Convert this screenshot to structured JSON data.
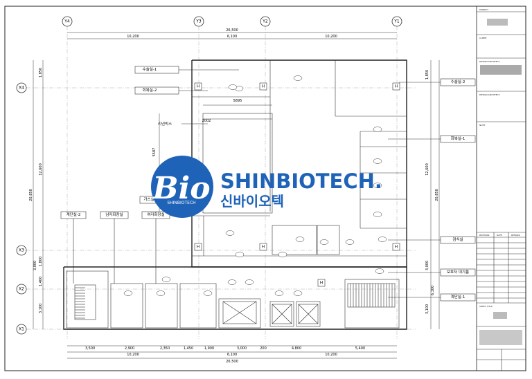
{
  "grid": {
    "columns": [
      "Y4",
      "Y3",
      "Y2",
      "Y1"
    ],
    "rows": [
      "X4",
      "X3",
      "X2",
      "X1"
    ]
  },
  "dims": {
    "top_total": "26,500",
    "top_segments": [
      "10,200",
      "6,100",
      "10,200"
    ],
    "bottom_segments": [
      "3,500",
      "2,900",
      "2,350",
      "1,450",
      "1,900",
      "3,000",
      "200",
      "4,800",
      "5,400"
    ],
    "bottom_halves": [
      "10,200",
      "6,100",
      "10,200"
    ],
    "bottom_total": "26,500",
    "left_total": "20,850",
    "left_segments": [
      "1,850",
      "12,600",
      "1,800",
      "3,000",
      "1,400",
      "3,100"
    ],
    "right_total": "20,850",
    "right_segments": [
      "1,850",
      "12,600",
      "3,000",
      "6,100",
      "3,100"
    ],
    "inner_width": "5895",
    "inner_height": "5587",
    "inner_small": "2002"
  },
  "rooms": {
    "surgery1": "수술실-1",
    "recovery2": "회복실-2",
    "surgery2": "수술실-2",
    "recovery1": "회복실-1",
    "linen_box": "리넨박스",
    "gas_room": "가스실",
    "stair2": "계단실-2",
    "male_wc": "남자화장실",
    "female_wc": "여자화장실",
    "inspection": "검식실",
    "guardian": "보호자 대기룸",
    "stair1": "계단실-1"
  },
  "logo": {
    "mark": "Bio",
    "mark_sub": "SHINBIOTECH",
    "name": "SHINBIOTECH.",
    "name_ko": "신바이오텍"
  },
  "titleblock": {
    "project": "PROJECT",
    "client": "CLIENT",
    "architect": "DESIGN ARCHITECT",
    "architect2": "DESIGN ARCHITECT",
    "note": "NOTE",
    "sheet_title": "SHEET TITLE",
    "rev_headers": [
      "REVISION",
      "DATE",
      "REMARK"
    ]
  },
  "colors": {
    "logo_blue": "#1E63B8",
    "line": "#222222"
  }
}
